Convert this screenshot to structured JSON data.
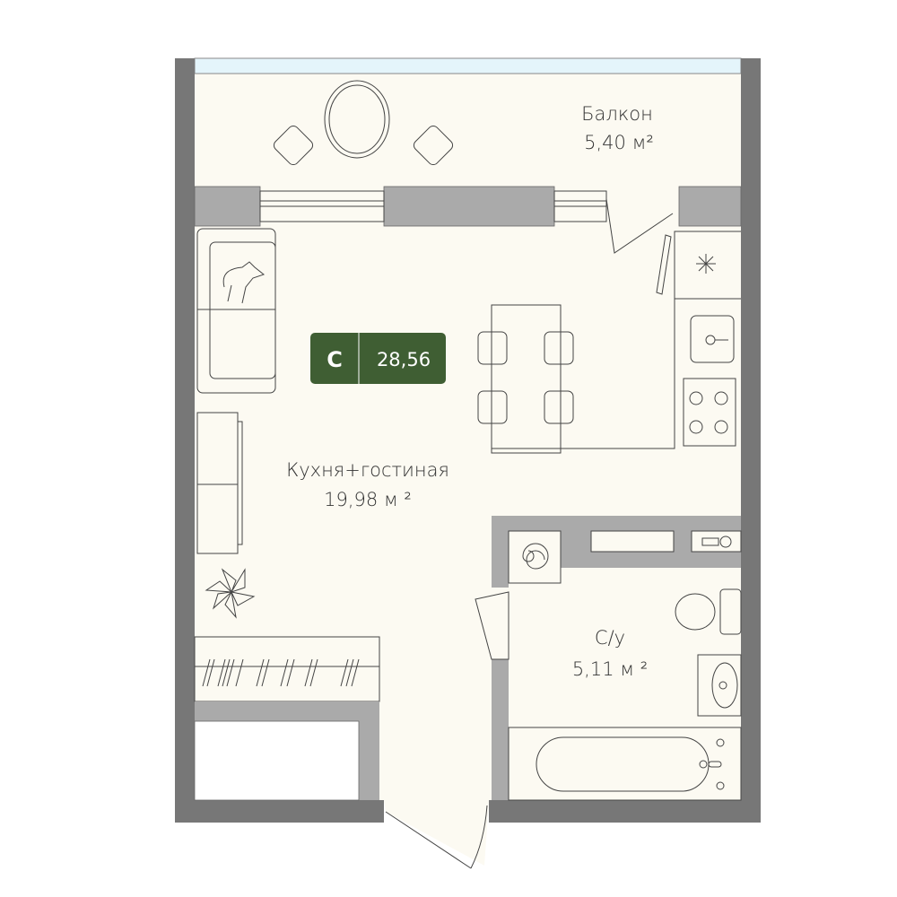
{
  "rooms": {
    "balcony": {
      "name": "Балкон",
      "area": "5,40 м²"
    },
    "kitchen_living": {
      "name": "Кухня+гостиная",
      "area": "19,98 м ²"
    },
    "bathroom": {
      "name": "С/у",
      "area": "5,11 м ²"
    }
  },
  "badge": {
    "type": "С",
    "total_area": "28,56",
    "color": "#3f5e33"
  },
  "colors": {
    "floor": "#fcfaf2",
    "outer_wall": "#777777",
    "inner_wall": "#aaaaaa",
    "glazing": "#e4f5fb"
  }
}
